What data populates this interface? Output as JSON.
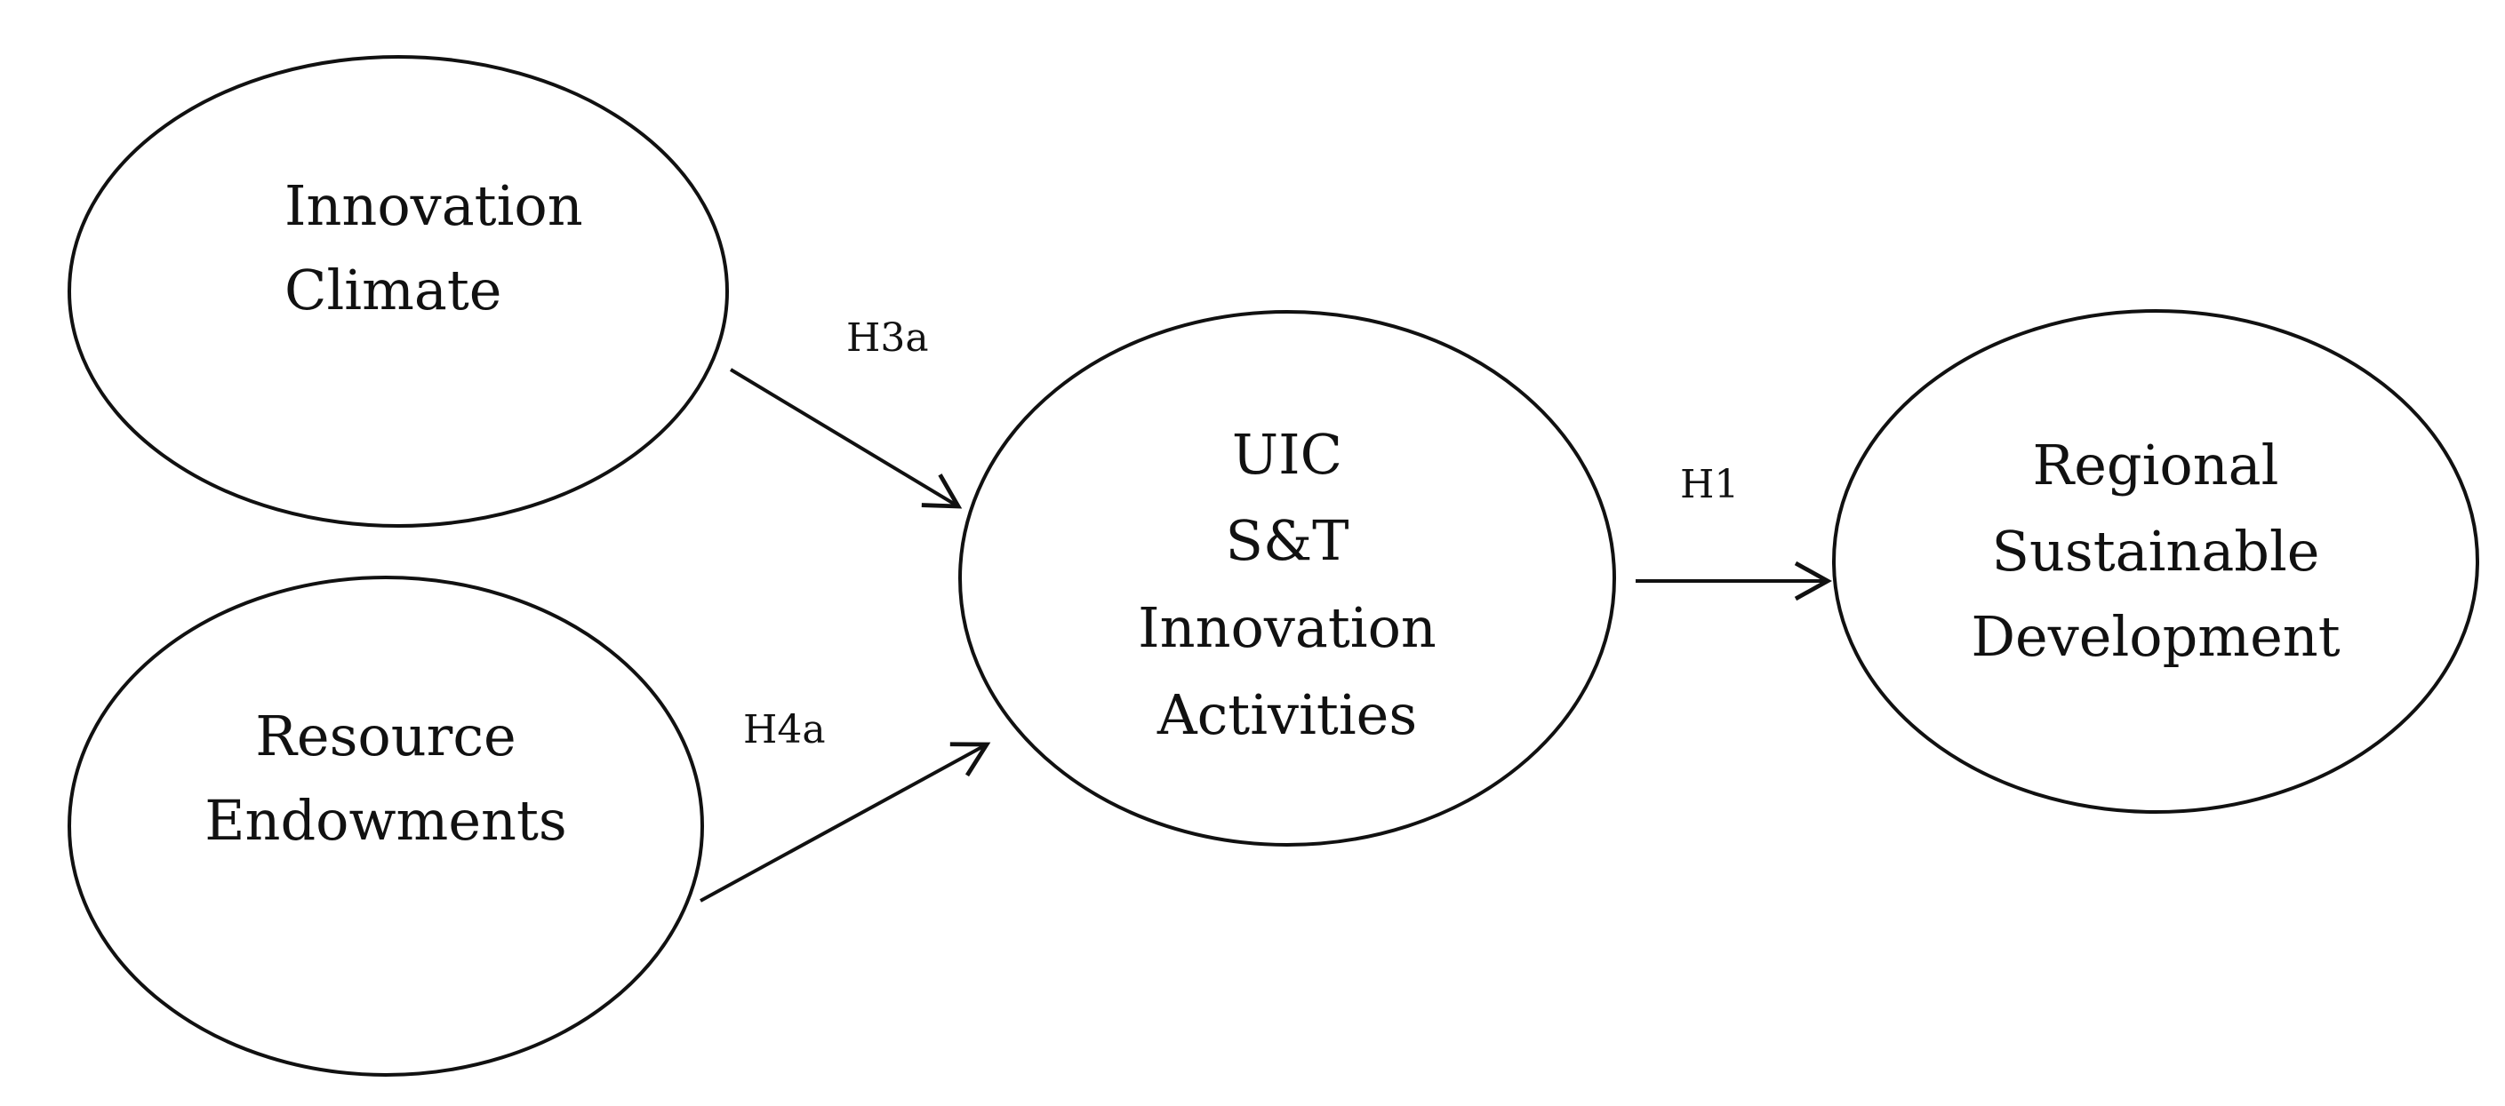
{
  "nodes": {
    "innovation_climate": [
      "Innovation",
      "Climate"
    ],
    "resource_endowments": [
      "Resource",
      "Endowments"
    ],
    "uic_activities": [
      "UIC",
      "S&T",
      "Innovation",
      "Activities"
    ],
    "regional_development": [
      "Regional",
      "Sustainable",
      "Development"
    ]
  },
  "edges": {
    "h3a": "H3a",
    "h4a": "H4a",
    "h1": "H1"
  },
  "colors": {
    "stroke": "#111111",
    "background": "#ffffff"
  }
}
